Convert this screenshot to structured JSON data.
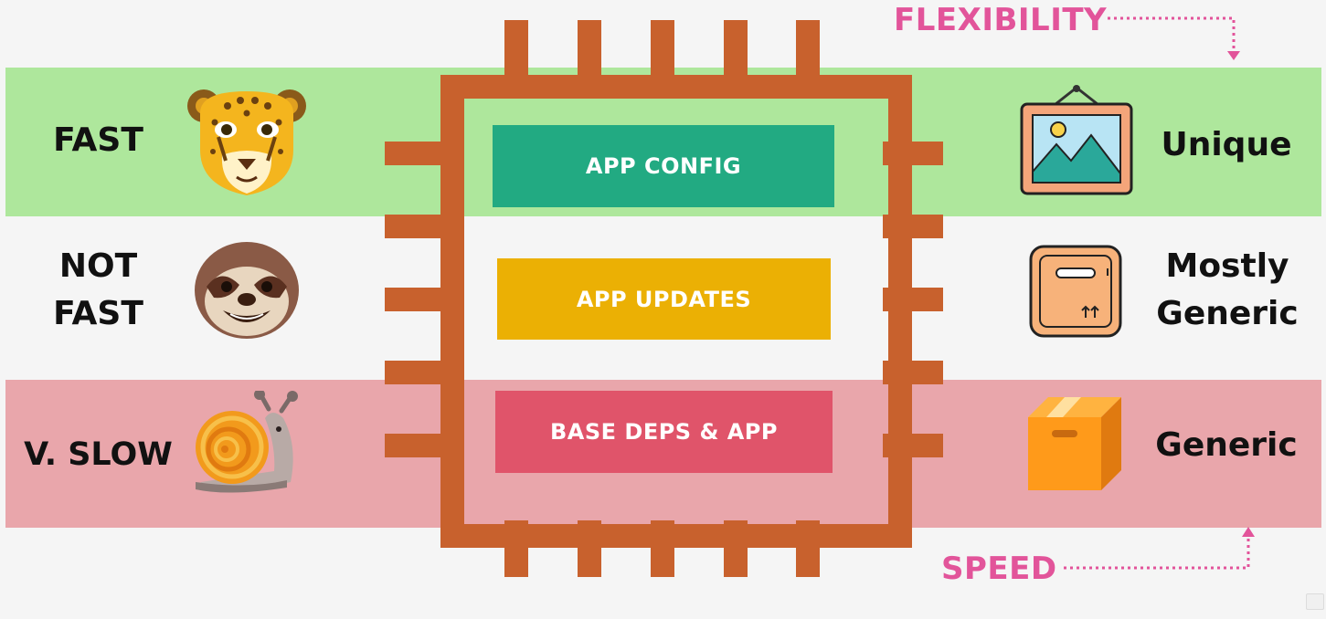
{
  "rows": [
    {
      "speed_label": "FAST",
      "layer_label": "APP CONFIG",
      "flex_label": "Unique",
      "band_color": "#aee79c",
      "layer_color": "#22aa82",
      "speed_icon": "cheetah-icon",
      "flex_icon": "picture-frame-icon"
    },
    {
      "speed_label_line1": "NOT",
      "speed_label_line2": "FAST",
      "layer_label": "APP UPDATES",
      "flex_label_line1": "Mostly",
      "flex_label_line2": "Generic",
      "band_color": "#f5f5f5",
      "layer_color": "#ebb004",
      "speed_icon": "sloth-icon",
      "flex_icon": "box-icon"
    },
    {
      "speed_label": "V. SLOW",
      "layer_label": "BASE DEPS & APP",
      "flex_label": "Generic",
      "band_color": "#e9a6ab",
      "layer_color": "#e0546a",
      "speed_icon": "snail-icon",
      "flex_icon": "package-icon"
    }
  ],
  "axes": {
    "flexibility": "FLEXIBILITY",
    "speed": "SPEED",
    "accent_color": "#e2549a"
  },
  "chip": {
    "color": "#c8612d",
    "icon": "chip-icon"
  }
}
